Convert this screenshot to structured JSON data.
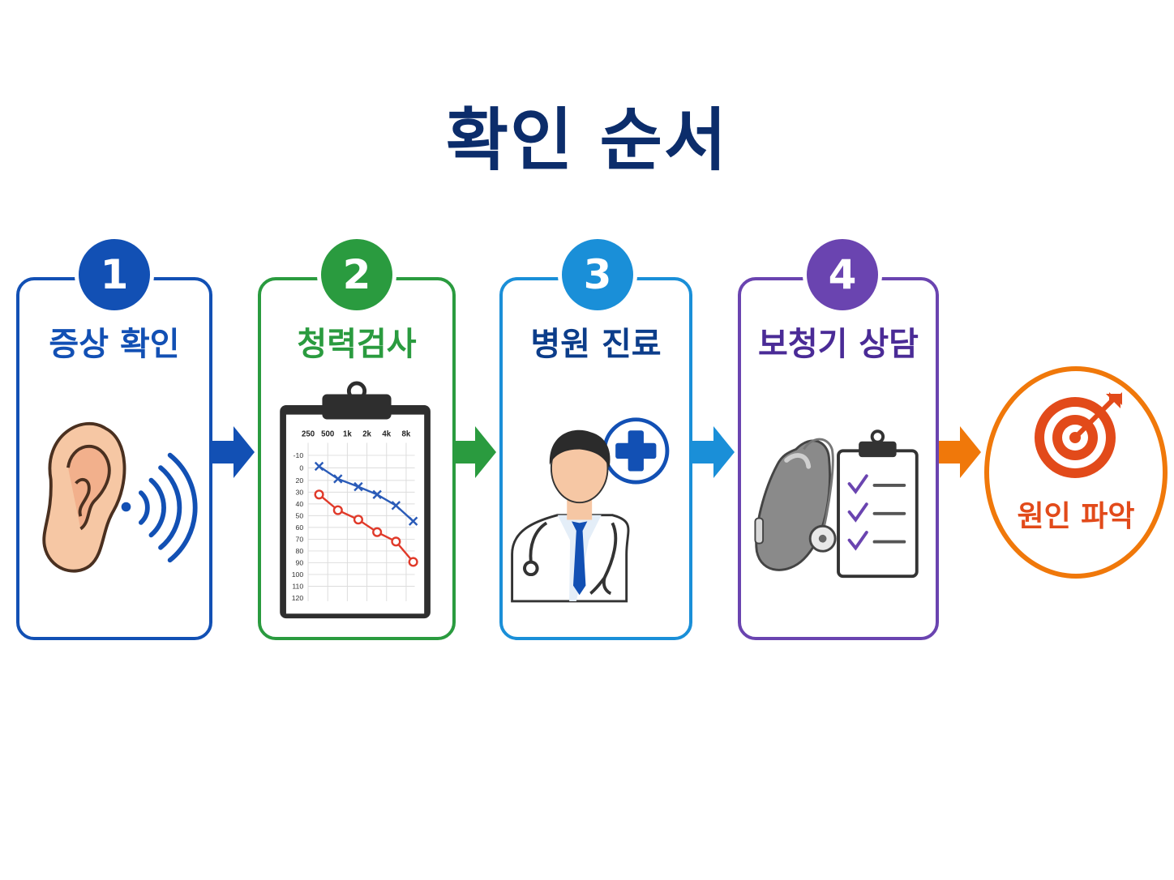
{
  "title": "확인 순서",
  "colors": {
    "step1": "#1250b4",
    "step2": "#2a9b3f",
    "step3": "#1a8fd8",
    "step4": "#6a44b0",
    "goal": "#f0780a",
    "goal_text": "#e24a1a",
    "title": "#0c2d6b"
  },
  "steps": [
    {
      "number": "1",
      "label": "증상 확인",
      "icon": "ear-icon"
    },
    {
      "number": "2",
      "label": "청력검사",
      "icon": "audiogram-clipboard-icon"
    },
    {
      "number": "3",
      "label": "병원 진료",
      "icon": "doctor-icon"
    },
    {
      "number": "4",
      "label": "보청기 상담",
      "icon": "hearing-aid-checklist-icon"
    }
  ],
  "audiogram": {
    "freq_labels": [
      "250",
      "500",
      "1k",
      "2k",
      "4k",
      "8k"
    ],
    "db_labels": [
      "-10",
      "0",
      "20",
      "30",
      "40",
      "50",
      "60",
      "70",
      "80",
      "90",
      "100",
      "110",
      "120"
    ]
  },
  "goal": {
    "label": "원인 파악",
    "icon": "target-icon"
  }
}
